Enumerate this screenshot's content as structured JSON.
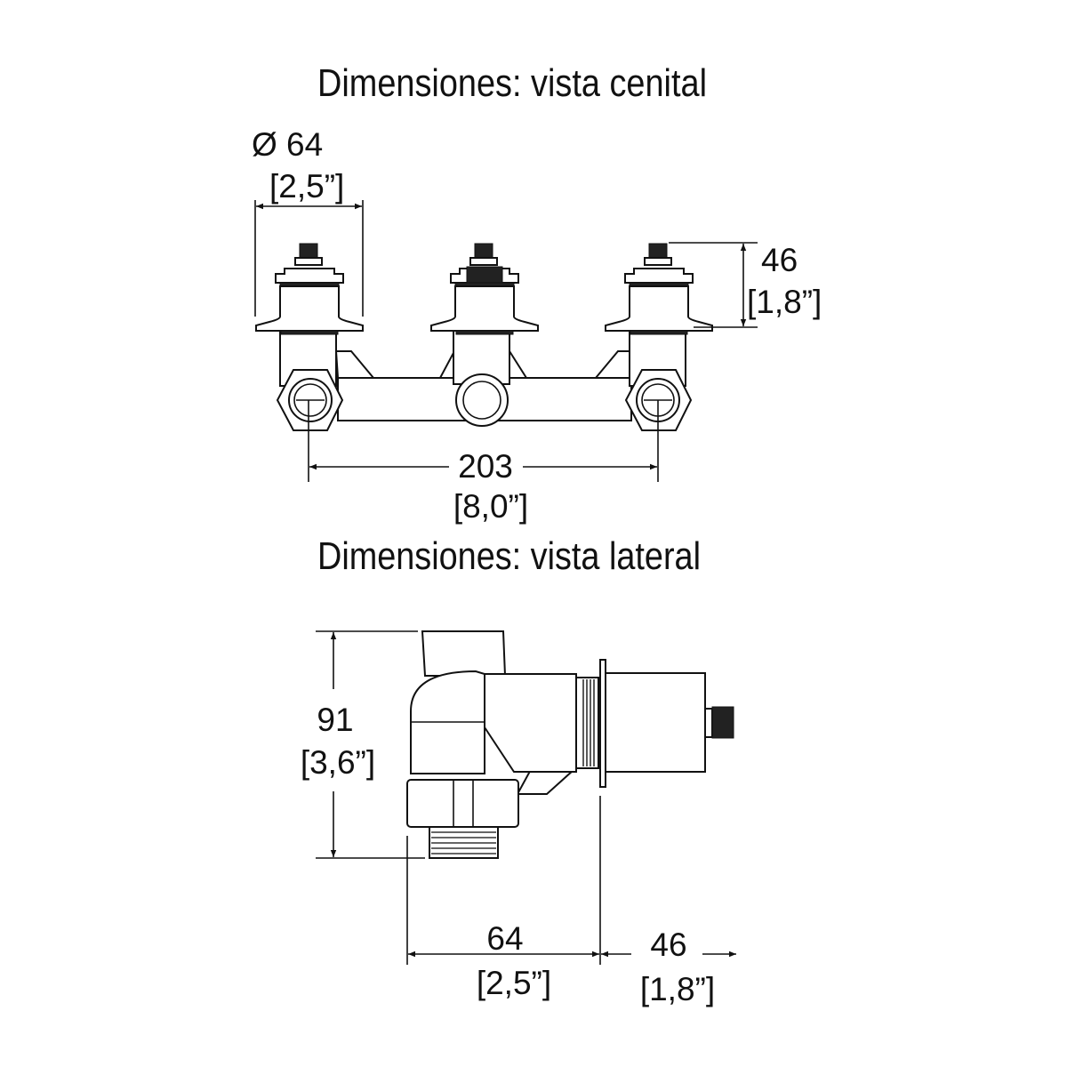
{
  "top_view": {
    "title": "Dimensiones: vista cenital",
    "diameter": {
      "mm": "Ø 64",
      "in": "[2,5”]"
    },
    "height": {
      "mm": "46",
      "in": "[1,8”]"
    },
    "spacing": {
      "mm": "203",
      "in": "[8,0”]"
    }
  },
  "side_view": {
    "title": "Dimensiones: vista lateral",
    "height": {
      "mm": "91",
      "in": "[3,6”]"
    },
    "depth": {
      "mm": "64",
      "in": "[2,5”]"
    },
    "stem": {
      "mm": "46",
      "in": "[1,8”]"
    }
  }
}
